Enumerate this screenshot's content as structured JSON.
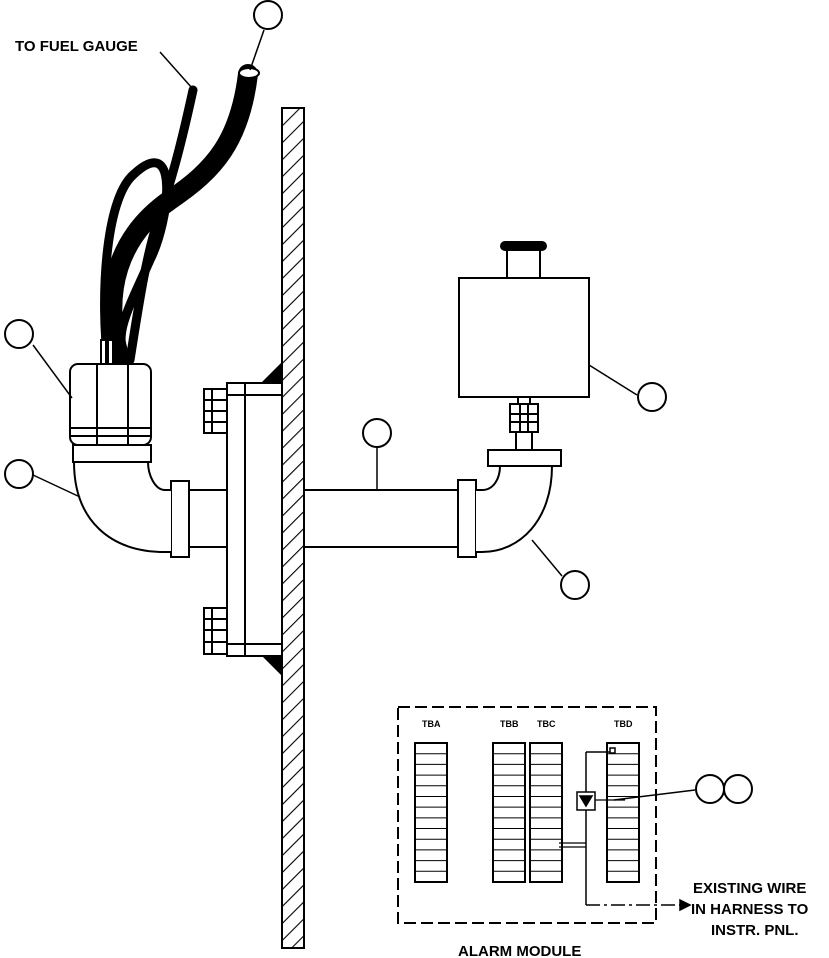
{
  "labels": {
    "fuel_gauge": "TO FUEL GAUGE",
    "alarm_module": "ALARM MODULE",
    "existing_wire": [
      "EXISTING WIRE",
      "IN HARNESS TO",
      "INSTR. PNL."
    ],
    "tba": "TBA",
    "tbb": "TBB",
    "tbc": "TBC",
    "tbd": "TBD"
  },
  "callouts": [
    "",
    "",
    "",
    "",
    "",
    "",
    "",
    ""
  ]
}
